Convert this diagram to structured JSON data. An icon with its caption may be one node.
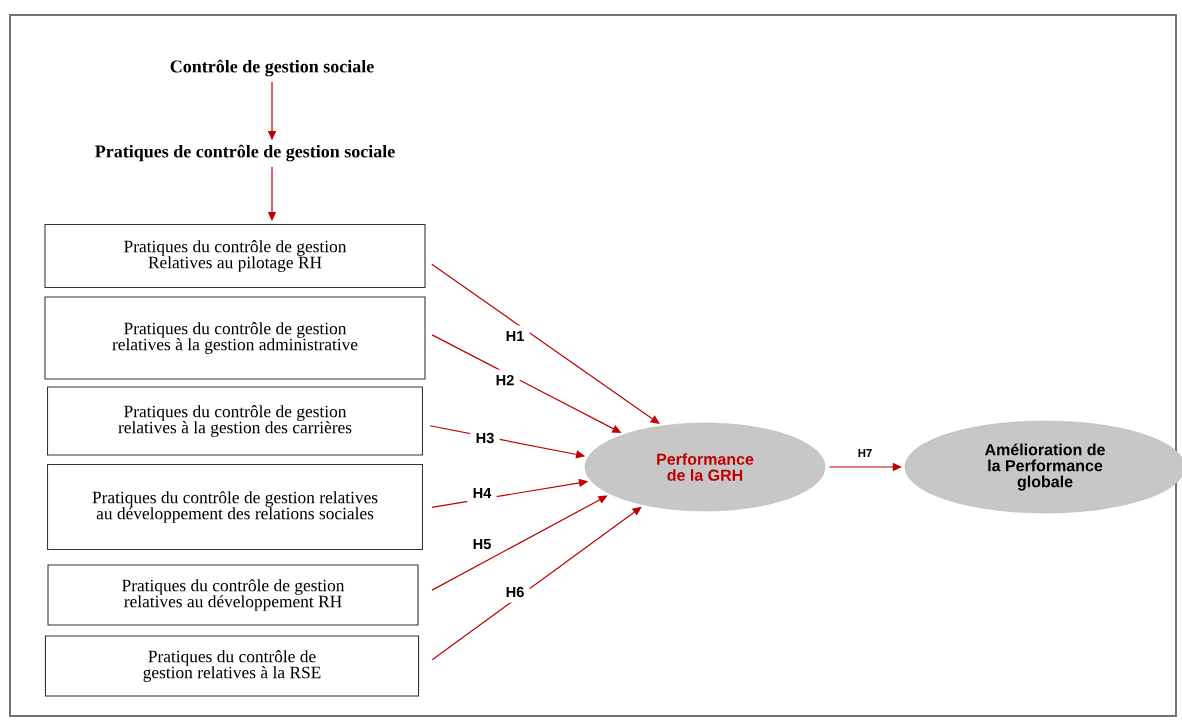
{
  "diagram": {
    "nodes": [
      {
        "text": [
          "Contrôle de gestion sociale"
        ]
      },
      {
        "text": [
          "Pratiques de contrôle de gestion sociale"
        ]
      },
      {
        "text": [
          "Pratiques du contrôle de gestion Relatives au pilotage RH"
        ]
      },
      {
        "text": [
          "Pratiques du contrôle de gestion relatives à la gestion administrative"
        ]
      },
      {
        "text": [
          "Pratiques du contrôle de gestion relatives à la gestion des carrières"
        ]
      },
      {
        "text": [
          "Pratiques du contrôle de gestion relatives au développement des relations sociales"
        ]
      },
      {
        "text": [
          "Pratiques du contrôle de gestion relatives au développement RH"
        ]
      },
      {
        "text": [
          "Pratiques du contrôle de gestion relatives à la RSE"
        ]
      },
      {
        "text": [
          "Performance de la GRH"
        ]
      },
      {
        "text": [
          "Amélioration de la Performance globale"
        ]
      }
    ],
    "edges": [
      {
        "from": 0,
        "to": 1,
        "arrow": "to"
      },
      {
        "from": 1,
        "to": 2,
        "arrow": "to"
      },
      {
        "from": 2,
        "to": 8,
        "arrow": "to",
        "label": "H1"
      },
      {
        "from": 3,
        "to": 8,
        "arrow": "to",
        "label": "H2"
      },
      {
        "from": 4,
        "to": 8,
        "arrow": "to",
        "label": "H3"
      },
      {
        "from": 5,
        "to": 8,
        "arrow": "to",
        "label": "H4"
      },
      {
        "from": 6,
        "to": 8,
        "arrow": "to",
        "label": "H5"
      },
      {
        "from": 7,
        "to": 8,
        "arrow": "to",
        "label": "H6"
      },
      {
        "from": 8,
        "to": 9,
        "arrow": "to",
        "label": "H7"
      }
    ]
  }
}
